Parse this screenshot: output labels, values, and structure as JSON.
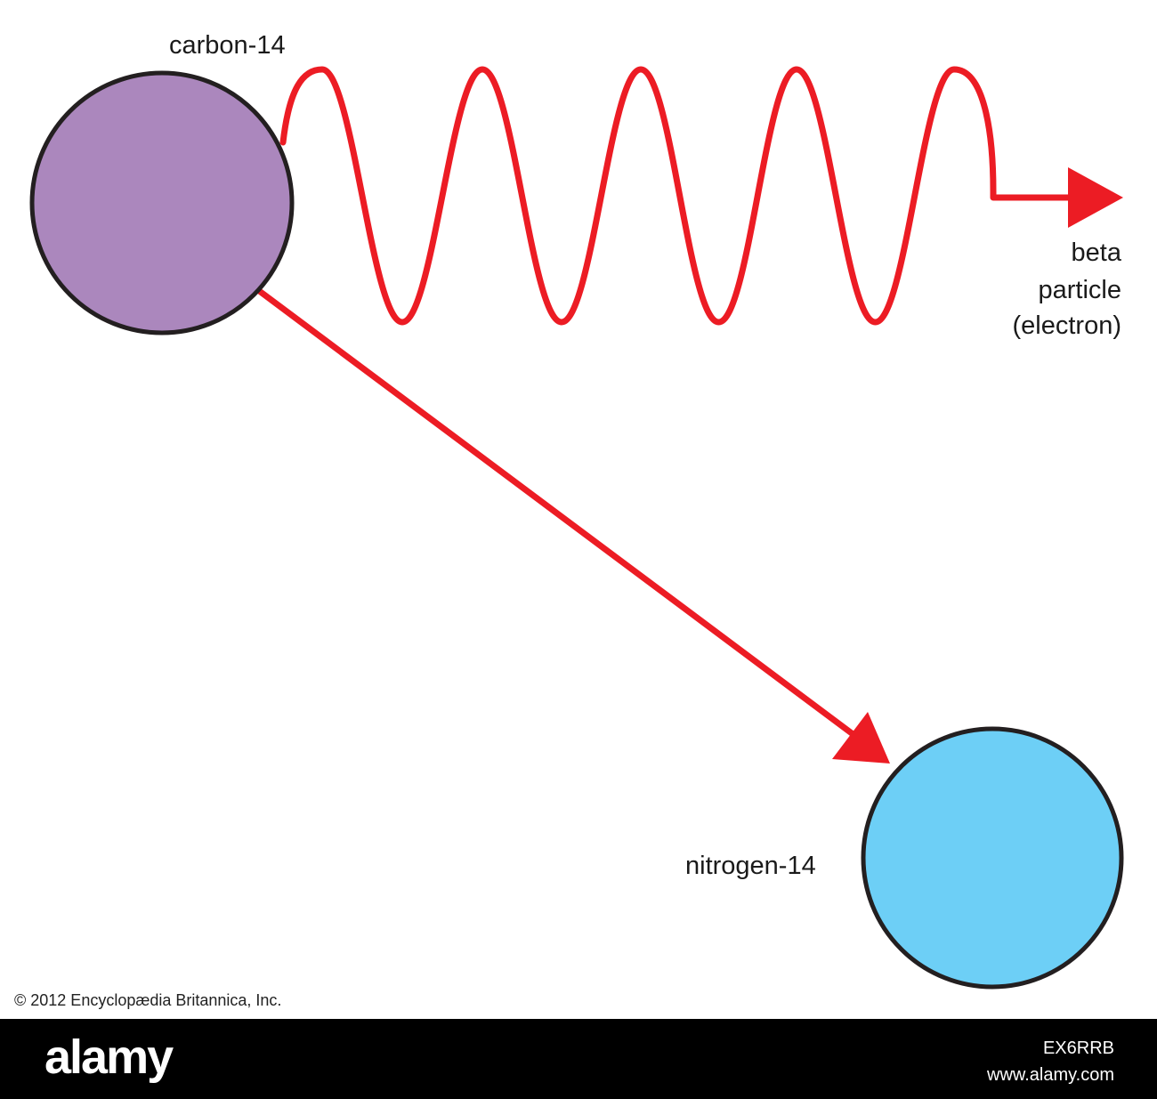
{
  "labels": {
    "carbon": "carbon-14",
    "nitrogen": "nitrogen-14",
    "beta_line1": "beta",
    "beta_line2": "particle",
    "beta_line3": "(electron)"
  },
  "colors": {
    "carbon_fill": "#ab87bd",
    "nitrogen_fill": "#6dcff6",
    "arrow": "#ec1c24",
    "outline": "#231f20"
  },
  "copyright": "© 2012 Encyclopædia Britannica, Inc.",
  "watermark": {
    "brand": "alamy",
    "image_id": "EX6RRB",
    "url": "www.alamy.com"
  }
}
